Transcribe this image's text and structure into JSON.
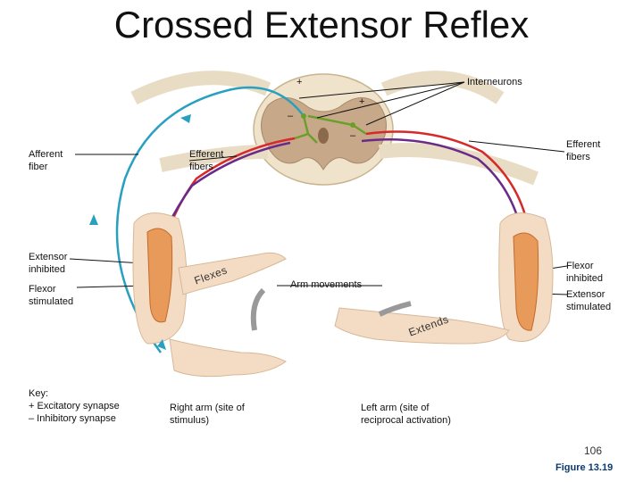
{
  "title": "Crossed Extensor Reflex",
  "labels": {
    "interneurons": "Interneurons",
    "plus_1": "+",
    "plus_2": "+",
    "minus_1": "–",
    "minus_2": "–",
    "afferent_fiber": "Afferent fiber",
    "efferent_fibers_left": "Efferent fibers",
    "efferent_fibers_right": "Efferent fibers",
    "extensor_inhibited": "Extensor inhibited",
    "flexor_stimulated": "Flexor stimulated",
    "flexor_inhibited": "Flexor inhibited",
    "extensor_stimulated": "Extensor stimulated",
    "flexes": "Flexes",
    "extends": "Extends",
    "arm_movements": "Arm movements",
    "right_arm": "Right arm (site of stimulus)",
    "left_arm": "Left arm (site of reciprocal activation)"
  },
  "key": {
    "title": "Key:",
    "excitatory": "+ Excitatory synapse",
    "inhibitory": "– Inhibitory synapse"
  },
  "page_number": "106",
  "figure_label": "Figure 13.19",
  "colors": {
    "spinal_cord": "#e9dcc4",
    "gray_matter": "#c7a98a",
    "afferent": "#2aa0c0",
    "efferent": "#d62a2a",
    "inhibitory": "#6a2a8a",
    "interneuron": "#6aa02a",
    "muscle": "#e89a5a",
    "skin": "#f4dcc4"
  }
}
